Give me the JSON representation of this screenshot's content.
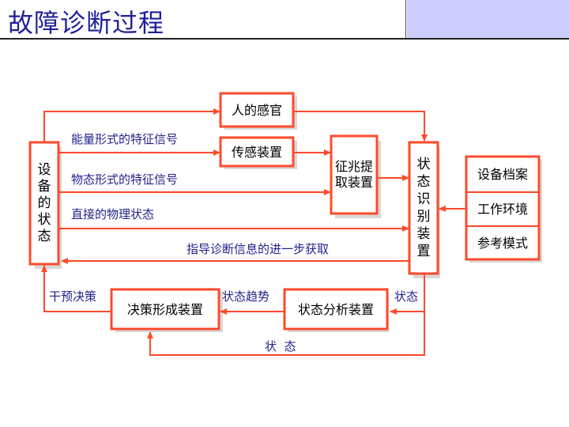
{
  "title": "故障诊断过程",
  "boxes": {
    "equipment_state": "设备的状态",
    "human_senses": "人的感官",
    "sensor_device": "传感装置",
    "symptom_extraction": "征兆提取装置",
    "state_recognition": "状态识别装置",
    "equipment_archive": "设备档案",
    "working_environment": "工作环境",
    "reference_mode": "参考模式",
    "state_analysis": "状态分析装置",
    "decision_making": "决策形成装置"
  },
  "labels": {
    "energy_feature_signal": "能量形式的特征信号",
    "material_feature_signal": "物态形式的特征信号",
    "direct_physical_state": "直接的物理状态",
    "guide_info": "指导诊断信息的进一步获取",
    "intervention_decision": "干预决策",
    "state_trend": "状态趋势",
    "state_right": "状态",
    "state_bottom": "状  态"
  },
  "colors": {
    "title_text": "#1f1f9a",
    "header_accent": "#ccccff",
    "box_border": "#ff4a2a",
    "label_text": "#22228a"
  }
}
